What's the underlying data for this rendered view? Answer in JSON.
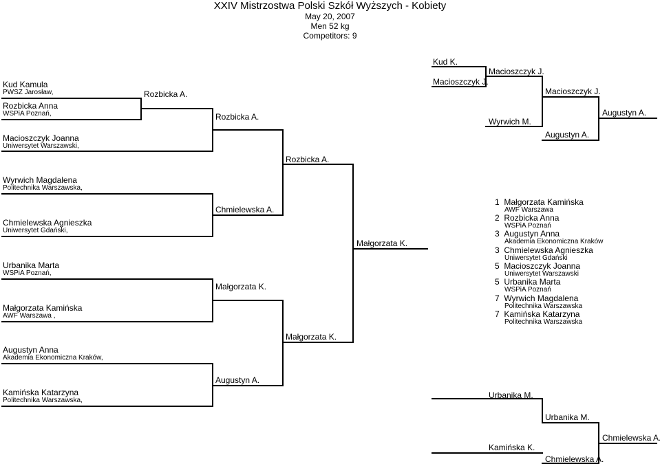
{
  "header": {
    "title": "XXIV Mistrzostwa Polski Szkół Wyższych - Kobiety",
    "date": "May 20, 2007",
    "category": "Men 52 kg",
    "competitors": "Competitors: 9"
  },
  "entrants": [
    {
      "name": "Kud Kamula",
      "club": "PWSZ Jarosław,"
    },
    {
      "name": "Rozbicka Anna",
      "club": "WSPiA Poznań,"
    },
    {
      "name": "Macioszczyk Joanna",
      "club": "Uniwersytet Warszawski,"
    },
    {
      "name": "Wyrwich Magdalena",
      "club": "Politechnika Warszawska,"
    },
    {
      "name": "Chmielewska Agnieszka",
      "club": "Uniwersytet Gdański,"
    },
    {
      "name": "Urbanika Marta",
      "club": "WSPiA Poznań,"
    },
    {
      "name": "Małgorzata Kamińska",
      "club": "AWF Warszawa  ,"
    },
    {
      "name": "Augustyn Anna",
      "club": "Akademia Ekonomiczna Kraków,"
    },
    {
      "name": "Kamińska Katarzyna",
      "club": "Politechnika Warszawska,"
    }
  ],
  "main_bracket": {
    "r1_winner": "Rozbicka A.",
    "r2_top": "Rozbicka A.",
    "r2_mid1": "Chmielewska A.",
    "r2_mid2": "Małgorzata K.",
    "r2_bottom": "Augustyn A.",
    "r3_top": "Rozbicka A.",
    "r3_bottom": "Małgorzata K.",
    "final": "Małgorzata K."
  },
  "repechage_top": {
    "seed": "Kud K.",
    "r1": "Macioszczyk J.",
    "r2_top": "Macioszczyk J.",
    "r2_bottom": "Wyrwich M.",
    "r3_top": "Macioszczyk J.",
    "r3_bottom": "Augustyn A.",
    "winner": "Augustyn A."
  },
  "repechage_bottom": {
    "r1_top": "Urbanika M.",
    "r1_bottom": "Kamińska K.",
    "r2": "Urbanika M.",
    "r3_bottom": "Chmielewska A.",
    "winner": "Chmielewska A."
  },
  "results": [
    {
      "place": "1",
      "name": "Małgorzata Kamińska",
      "club": "AWF Warszawa"
    },
    {
      "place": "2",
      "name": "Rozbicka Anna",
      "club": "WSPiA Poznań"
    },
    {
      "place": "3",
      "name": "Augustyn Anna",
      "club": "Akademia Ekonomiczna Kraków"
    },
    {
      "place": "3",
      "name": "Chmielewska Agnieszka",
      "club": "Uniwersytet Gdański"
    },
    {
      "place": "5",
      "name": "Macioszczyk Joanna",
      "club": "Uniwersytet Warszawski"
    },
    {
      "place": "5",
      "name": "Urbanika Marta",
      "club": "WSPiA Poznań"
    },
    {
      "place": "7",
      "name": "Wyrwich Magdalena",
      "club": "Politechnika Warszawska"
    },
    {
      "place": "7",
      "name": "Kamińska Katarzyna",
      "club": "Politechnika Warszawska"
    }
  ]
}
